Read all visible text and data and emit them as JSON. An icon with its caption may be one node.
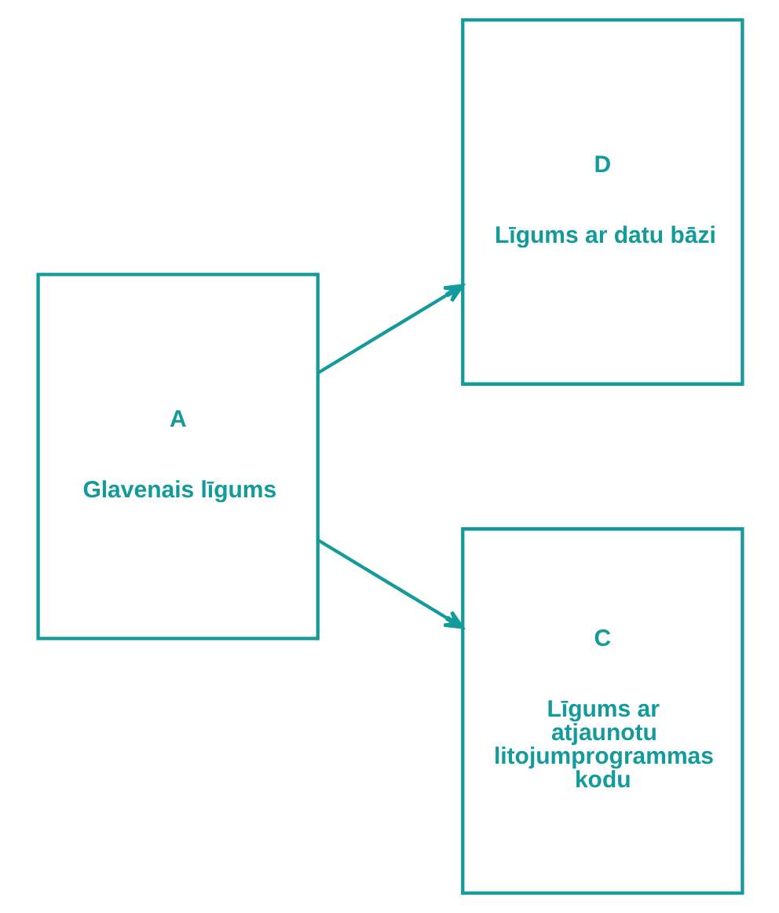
{
  "diagram": {
    "nodes": [
      {
        "text": [
          "A",
          "Glavenais līgums"
        ]
      },
      {
        "text": [
          "D",
          "Līgums ar datu bāzi"
        ]
      },
      {
        "text": [
          "C",
          "Līgums ar atjaunotu litojumprogrammas kodu"
        ]
      }
    ],
    "edges": [
      {
        "from": 0,
        "to": 1,
        "arrow": "to"
      },
      {
        "from": 0,
        "to": 2,
        "arrow": "to"
      }
    ]
  }
}
